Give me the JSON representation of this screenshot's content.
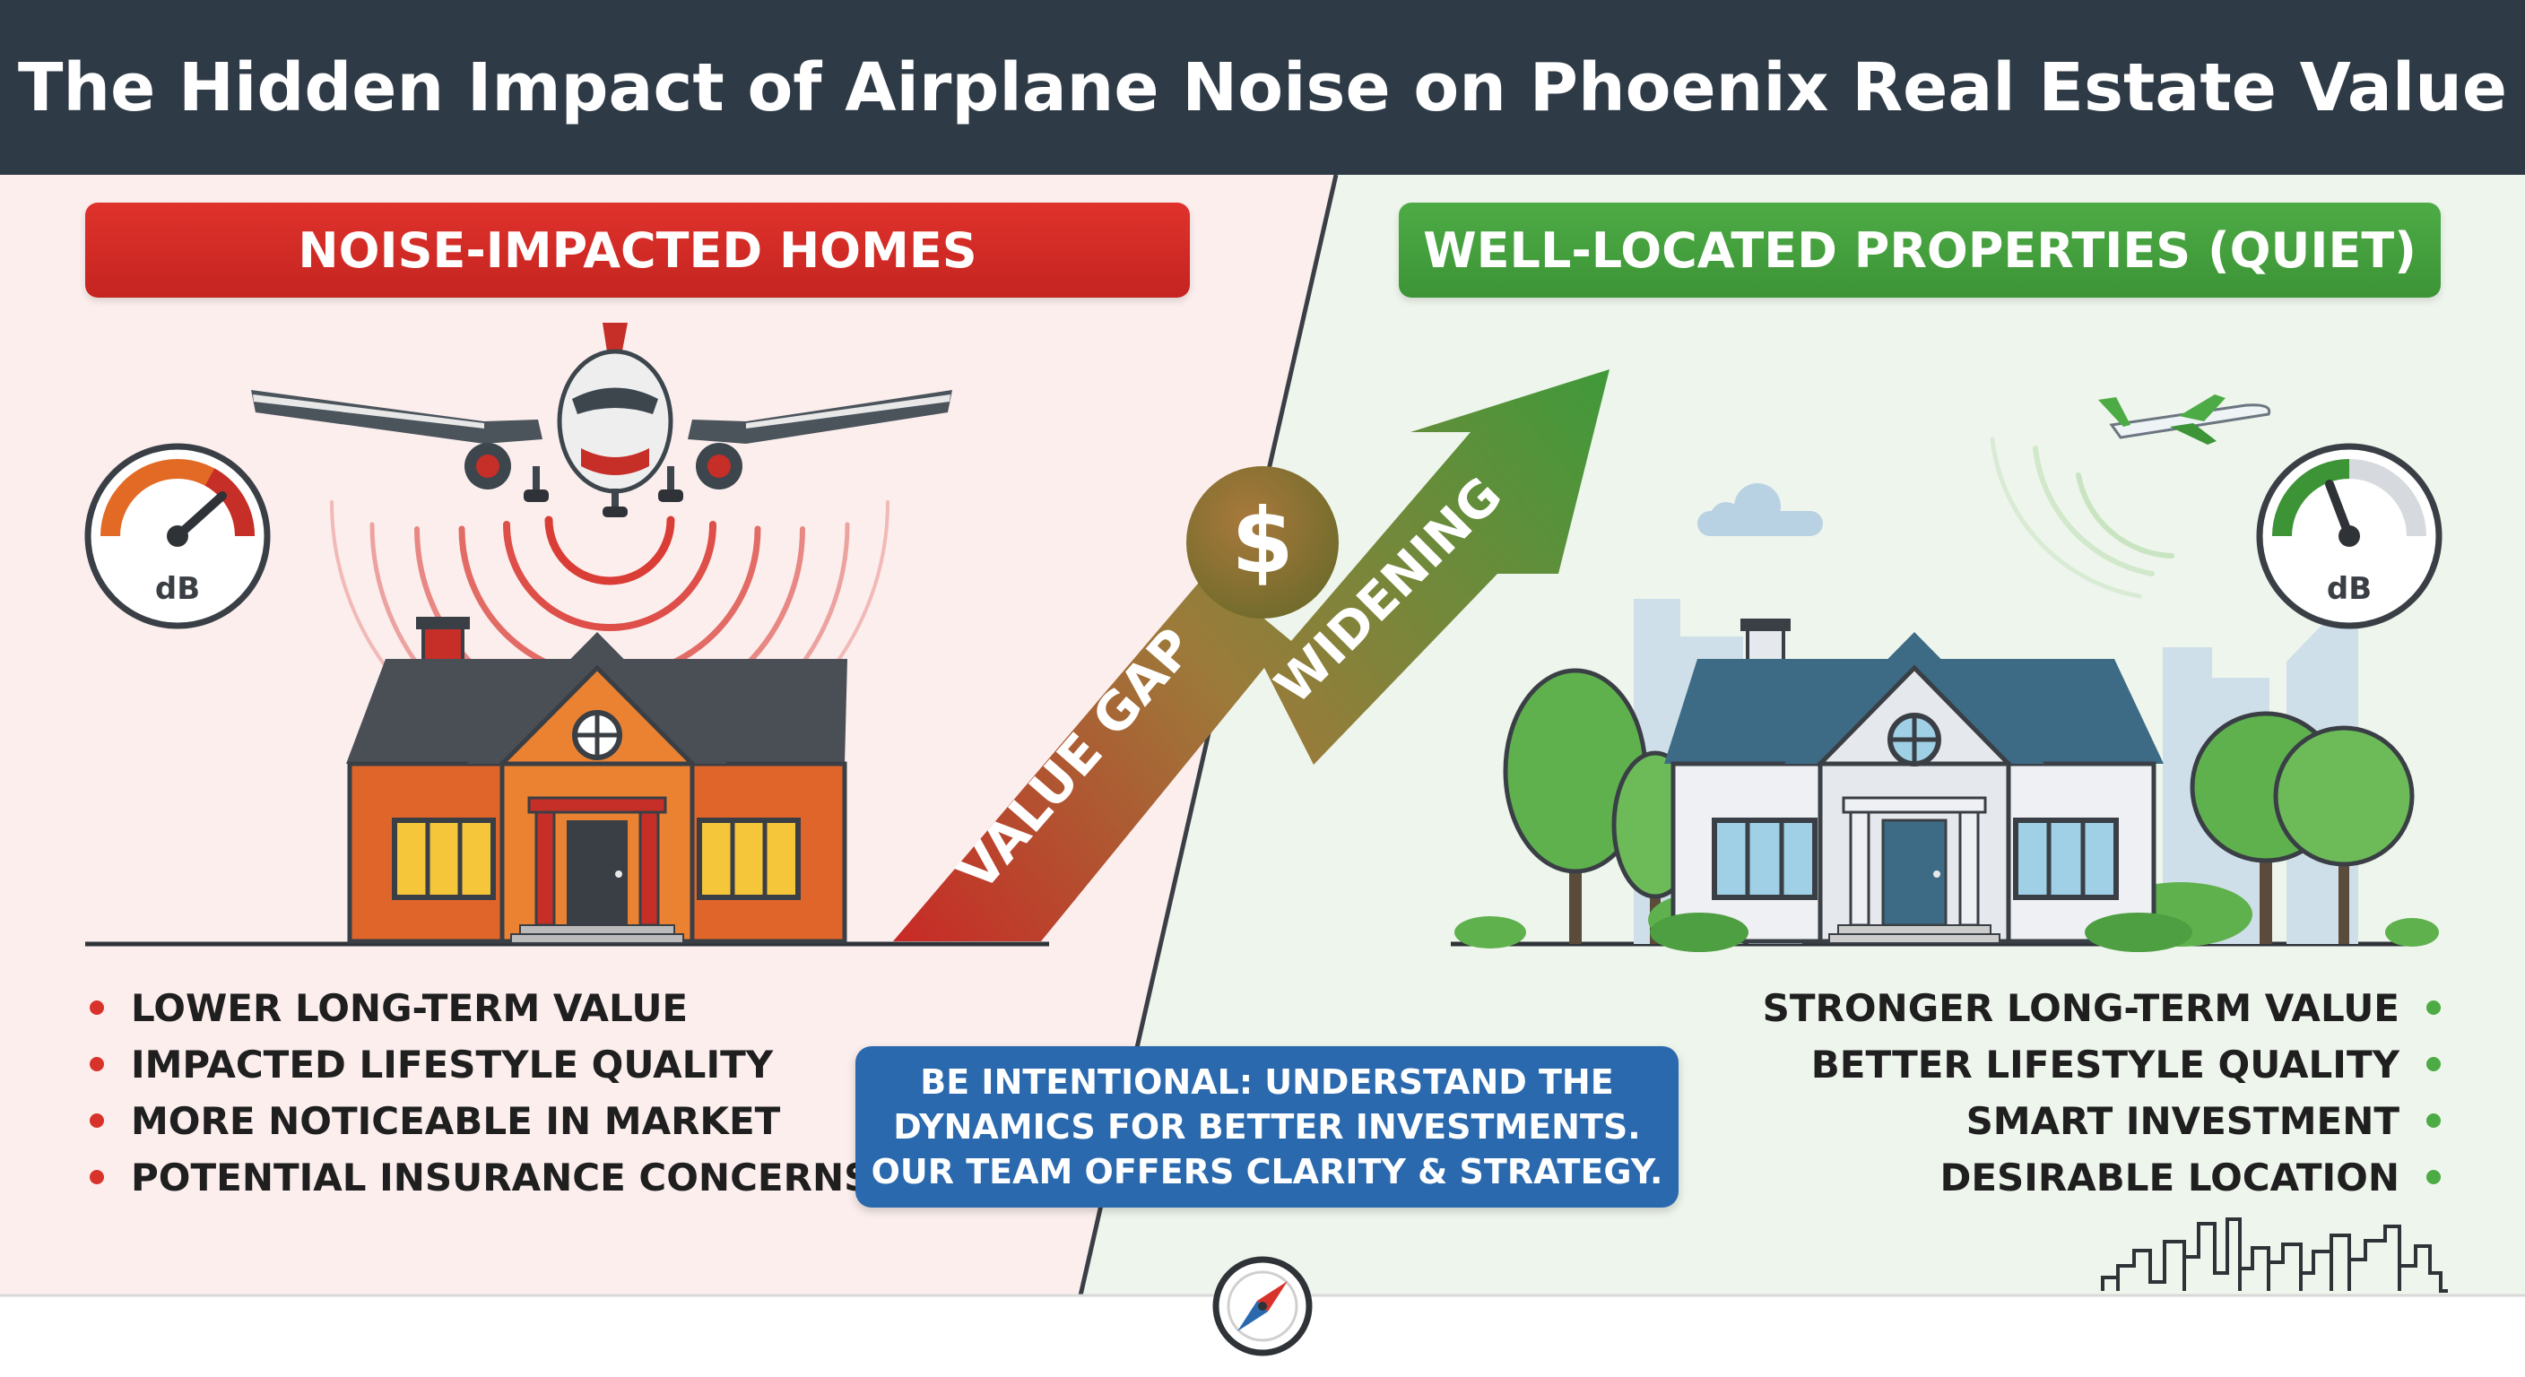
{
  "title": "The Hidden Impact of Airplane Noise on Phoenix Real Estate Value",
  "left_panel": {
    "heading": "NOISE-IMPACTED HOMES",
    "meter_label": "dB",
    "bullets": [
      "LOWER LONG-TERM VALUE",
      "IMPACTED LIFESTYLE QUALITY",
      "MORE NOTICEABLE IN MARKET",
      "POTENTIAL INSURANCE CONCERNS"
    ]
  },
  "right_panel": {
    "heading": "WELL-LOCATED PROPERTIES (QUIET)",
    "meter_label": "dB",
    "bullets": [
      "STRONGER LONG-TERM VALUE",
      "BETTER LIFESTYLE QUALITY",
      "SMART INVESTMENT",
      "DESIRABLE LOCATION"
    ]
  },
  "arrow": {
    "label_lower": "VALUE GAP",
    "label_upper": "WIDENING",
    "coin_symbol": "$"
  },
  "callout": {
    "lines": [
      "BE INTENTIONAL: UNDERSTAND THE",
      "DYNAMICS FOR BETTER INVESTMENTS.",
      "OUR TEAM OFFERS CLARITY & STRATEGY."
    ]
  },
  "colors": {
    "title_bar": "#2e3a46",
    "noise_red": "#d8332b",
    "quiet_green": "#4dab45",
    "callout_blue": "#2a69ad",
    "left_bg": "#fbeeed",
    "right_bg": "#eef5ec"
  },
  "icons": [
    "airplane-icon",
    "sound-wave-icon",
    "decibel-meter-icon",
    "house-icon",
    "tree-icon",
    "dollar-coin-icon",
    "trend-arrow-icon",
    "compass-icon",
    "city-skyline-icon"
  ]
}
